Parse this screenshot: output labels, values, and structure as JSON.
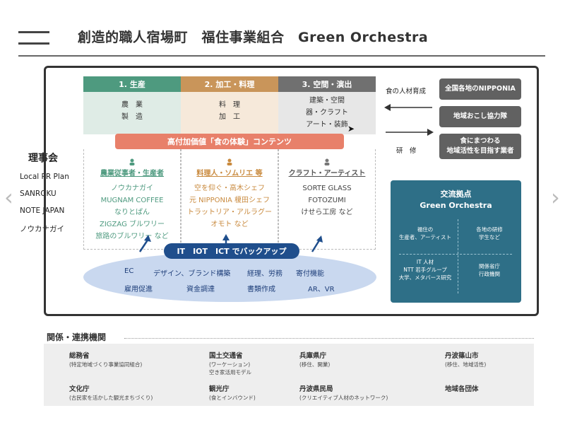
{
  "header": {
    "title": "創造的職人宿場町　福住事業組合　Green Orchestra"
  },
  "board": {
    "title": "理事会",
    "items": [
      "Local PR Plan",
      "SANROKU",
      "NOTE JAPAN",
      "ノウカナガイ"
    ]
  },
  "columns": [
    {
      "head": "1. 生産",
      "lines": [
        "農　業",
        "製　造"
      ],
      "color": "#4e9a7f",
      "bg": "#dfece6"
    },
    {
      "head": "2. 加工・料理",
      "lines": [
        "料　理",
        "加　工"
      ],
      "color": "#c9955a",
      "bg": "#f6e9da"
    },
    {
      "head": "3. 空間・演出",
      "lines": [
        "建築・空間",
        "器・クラフト",
        "アート・装飾"
      ],
      "color": "#707070",
      "bg": "#e7e7e7"
    }
  ],
  "banner": "高付加価値「食の体験」コンテンツ",
  "groups": [
    {
      "title": "農業従事者・生産者",
      "items": [
        "ノウカナガイ",
        "MUGNAM COFFEE",
        "なりとぱん",
        "ZIGZAG ブルワリー",
        "旅路のブルワリー など"
      ],
      "color": "#4e9a7f"
    },
    {
      "title": "料理人・ソムリエ 等",
      "items": [
        "空を仰ぐ・高木シェフ",
        "元 NIPPONIA 榎田シェフ",
        "トラットリア・アルラグー",
        "オモト など"
      ],
      "color": "#c98a3e"
    },
    {
      "title": "クラフト・アーティスト",
      "items": [
        "SORTE GLASS",
        "FOTOZUMI",
        "けせら工房 など"
      ],
      "color": "#555555"
    }
  ],
  "it": {
    "label": "IT　IOT　ICT でバックアップ",
    "services": [
      "EC",
      "デザイン、ブランド構築",
      "経理、労務",
      "寄付機能",
      "雇用促進",
      "資金調達",
      "書類作成",
      "AR、VR"
    ]
  },
  "side": {
    "top_label": "食の人材育成",
    "bottom_label": "研　修",
    "boxes": [
      "全国各地のNIPPONIA",
      "地域おこし協力隊",
      "食にまつわる\n地域活性を目指す業者"
    ]
  },
  "hub": {
    "title_line1": "交流拠点",
    "title_line2": "Green Orchestra",
    "cells": [
      "福住の\n生産者、アーティスト",
      "各地の研修\n学生など",
      "IT 人材\nNTT 若手グループ\n大学、メタバース研究",
      "関係省庁\n行政機関"
    ]
  },
  "relations": {
    "title": "関係・連携機関",
    "entries": [
      {
        "name": "総務省",
        "note": "(特定地域づくり事業協同組合)"
      },
      {
        "name": "国土交通省",
        "note": "(ワーケーション)\n空き家活用モデル"
      },
      {
        "name": "兵庫県庁",
        "note": "(移住、開業)"
      },
      {
        "name": "丹波篠山市",
        "note": "(移住、地域活性)"
      },
      {
        "name": "文化庁",
        "note": "(古民家を活かした観光まちづくり)"
      },
      {
        "name": "観光庁",
        "note": "(食とインバウンド)"
      },
      {
        "name": "丹波県民局",
        "note": "(クリエイティブ人材のネットワーク)"
      },
      {
        "name": "地域各団体",
        "note": ""
      }
    ]
  },
  "icons": [
    "menu-icon",
    "person-icon",
    "arrow-left-icon",
    "arrow-right-icon",
    "chevron-left-icon",
    "chevron-right-icon",
    "cursor-icon"
  ]
}
